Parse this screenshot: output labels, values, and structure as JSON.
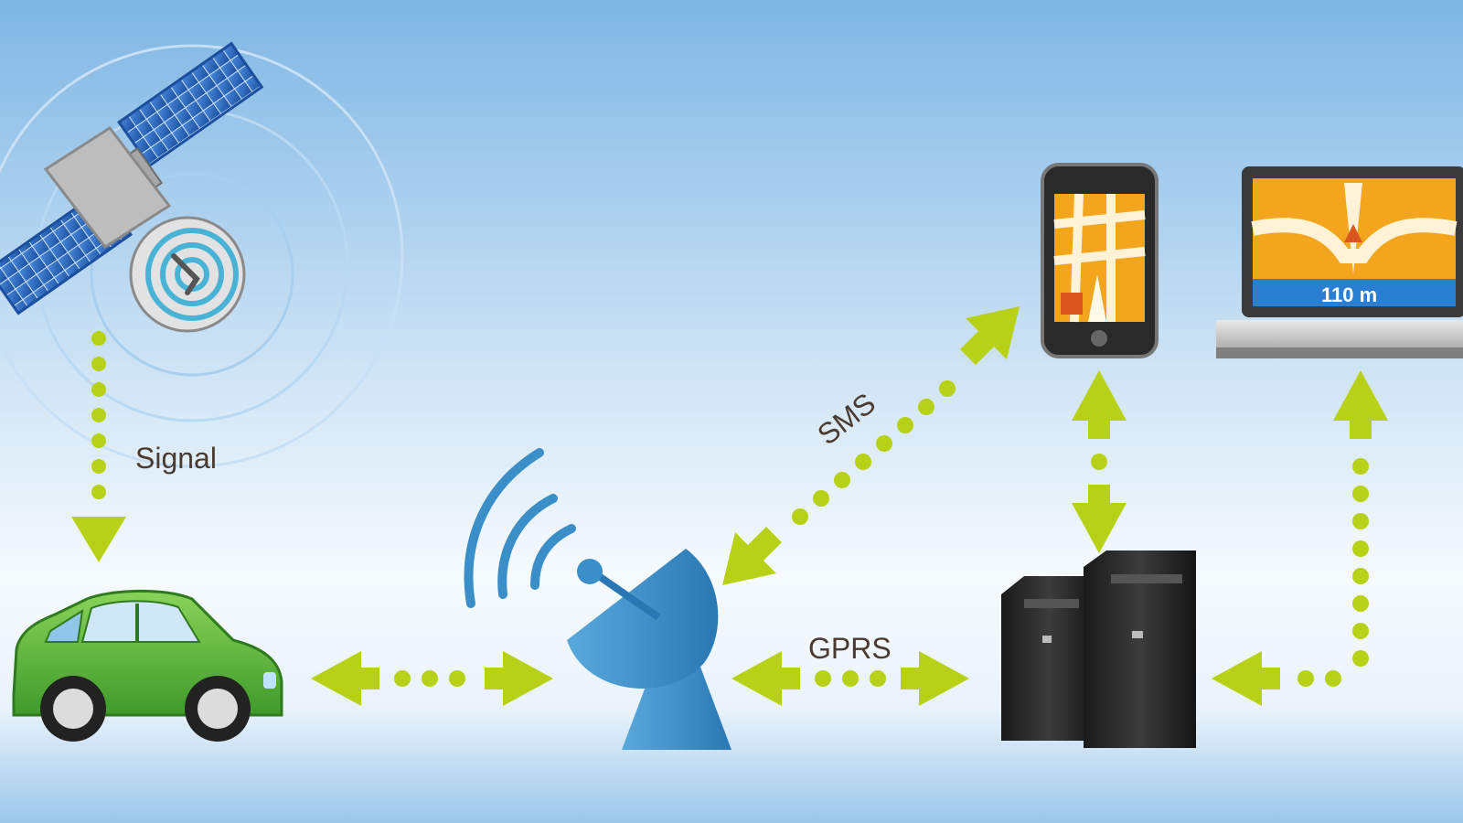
{
  "labels": {
    "signal": "Signal",
    "sms": "SMS",
    "gprs": "GPRS",
    "laptop_distance": "110 m"
  },
  "nodes": {
    "satellite": "satellite-icon",
    "car": "car-icon",
    "tower": "antenna-tower-icon",
    "phone": "smartphone-icon",
    "laptop": "laptop-icon",
    "servers": "server-icon"
  },
  "colors": {
    "sky_top": "#7eb6e4",
    "sky_bottom": "#ffffff",
    "arrow": "#b7d117",
    "car_body": "#5cb33a",
    "tower": "#3a8fc8",
    "server": "#2b2b2b",
    "screen_map": "#f0a21c"
  }
}
